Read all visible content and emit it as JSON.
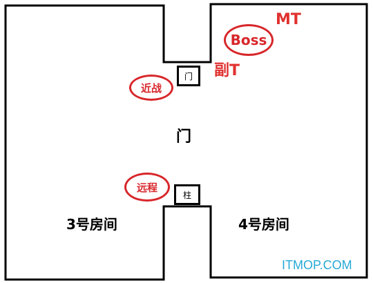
{
  "map": {
    "center_label": "门",
    "room3_label": "3号房间",
    "room4_label": "4号房间",
    "door_box_label": "门",
    "pillar_box_label": "柱"
  },
  "roles": {
    "mt": "MT",
    "boss": "Boss",
    "off_tank": "副T",
    "melee": "近战",
    "ranged": "远程"
  },
  "watermark": "ITMOP.COM",
  "colors": {
    "wall": "#000000",
    "role_text": "#e0312f",
    "circle": "#d8262a",
    "watermark": "#27a9d6"
  }
}
